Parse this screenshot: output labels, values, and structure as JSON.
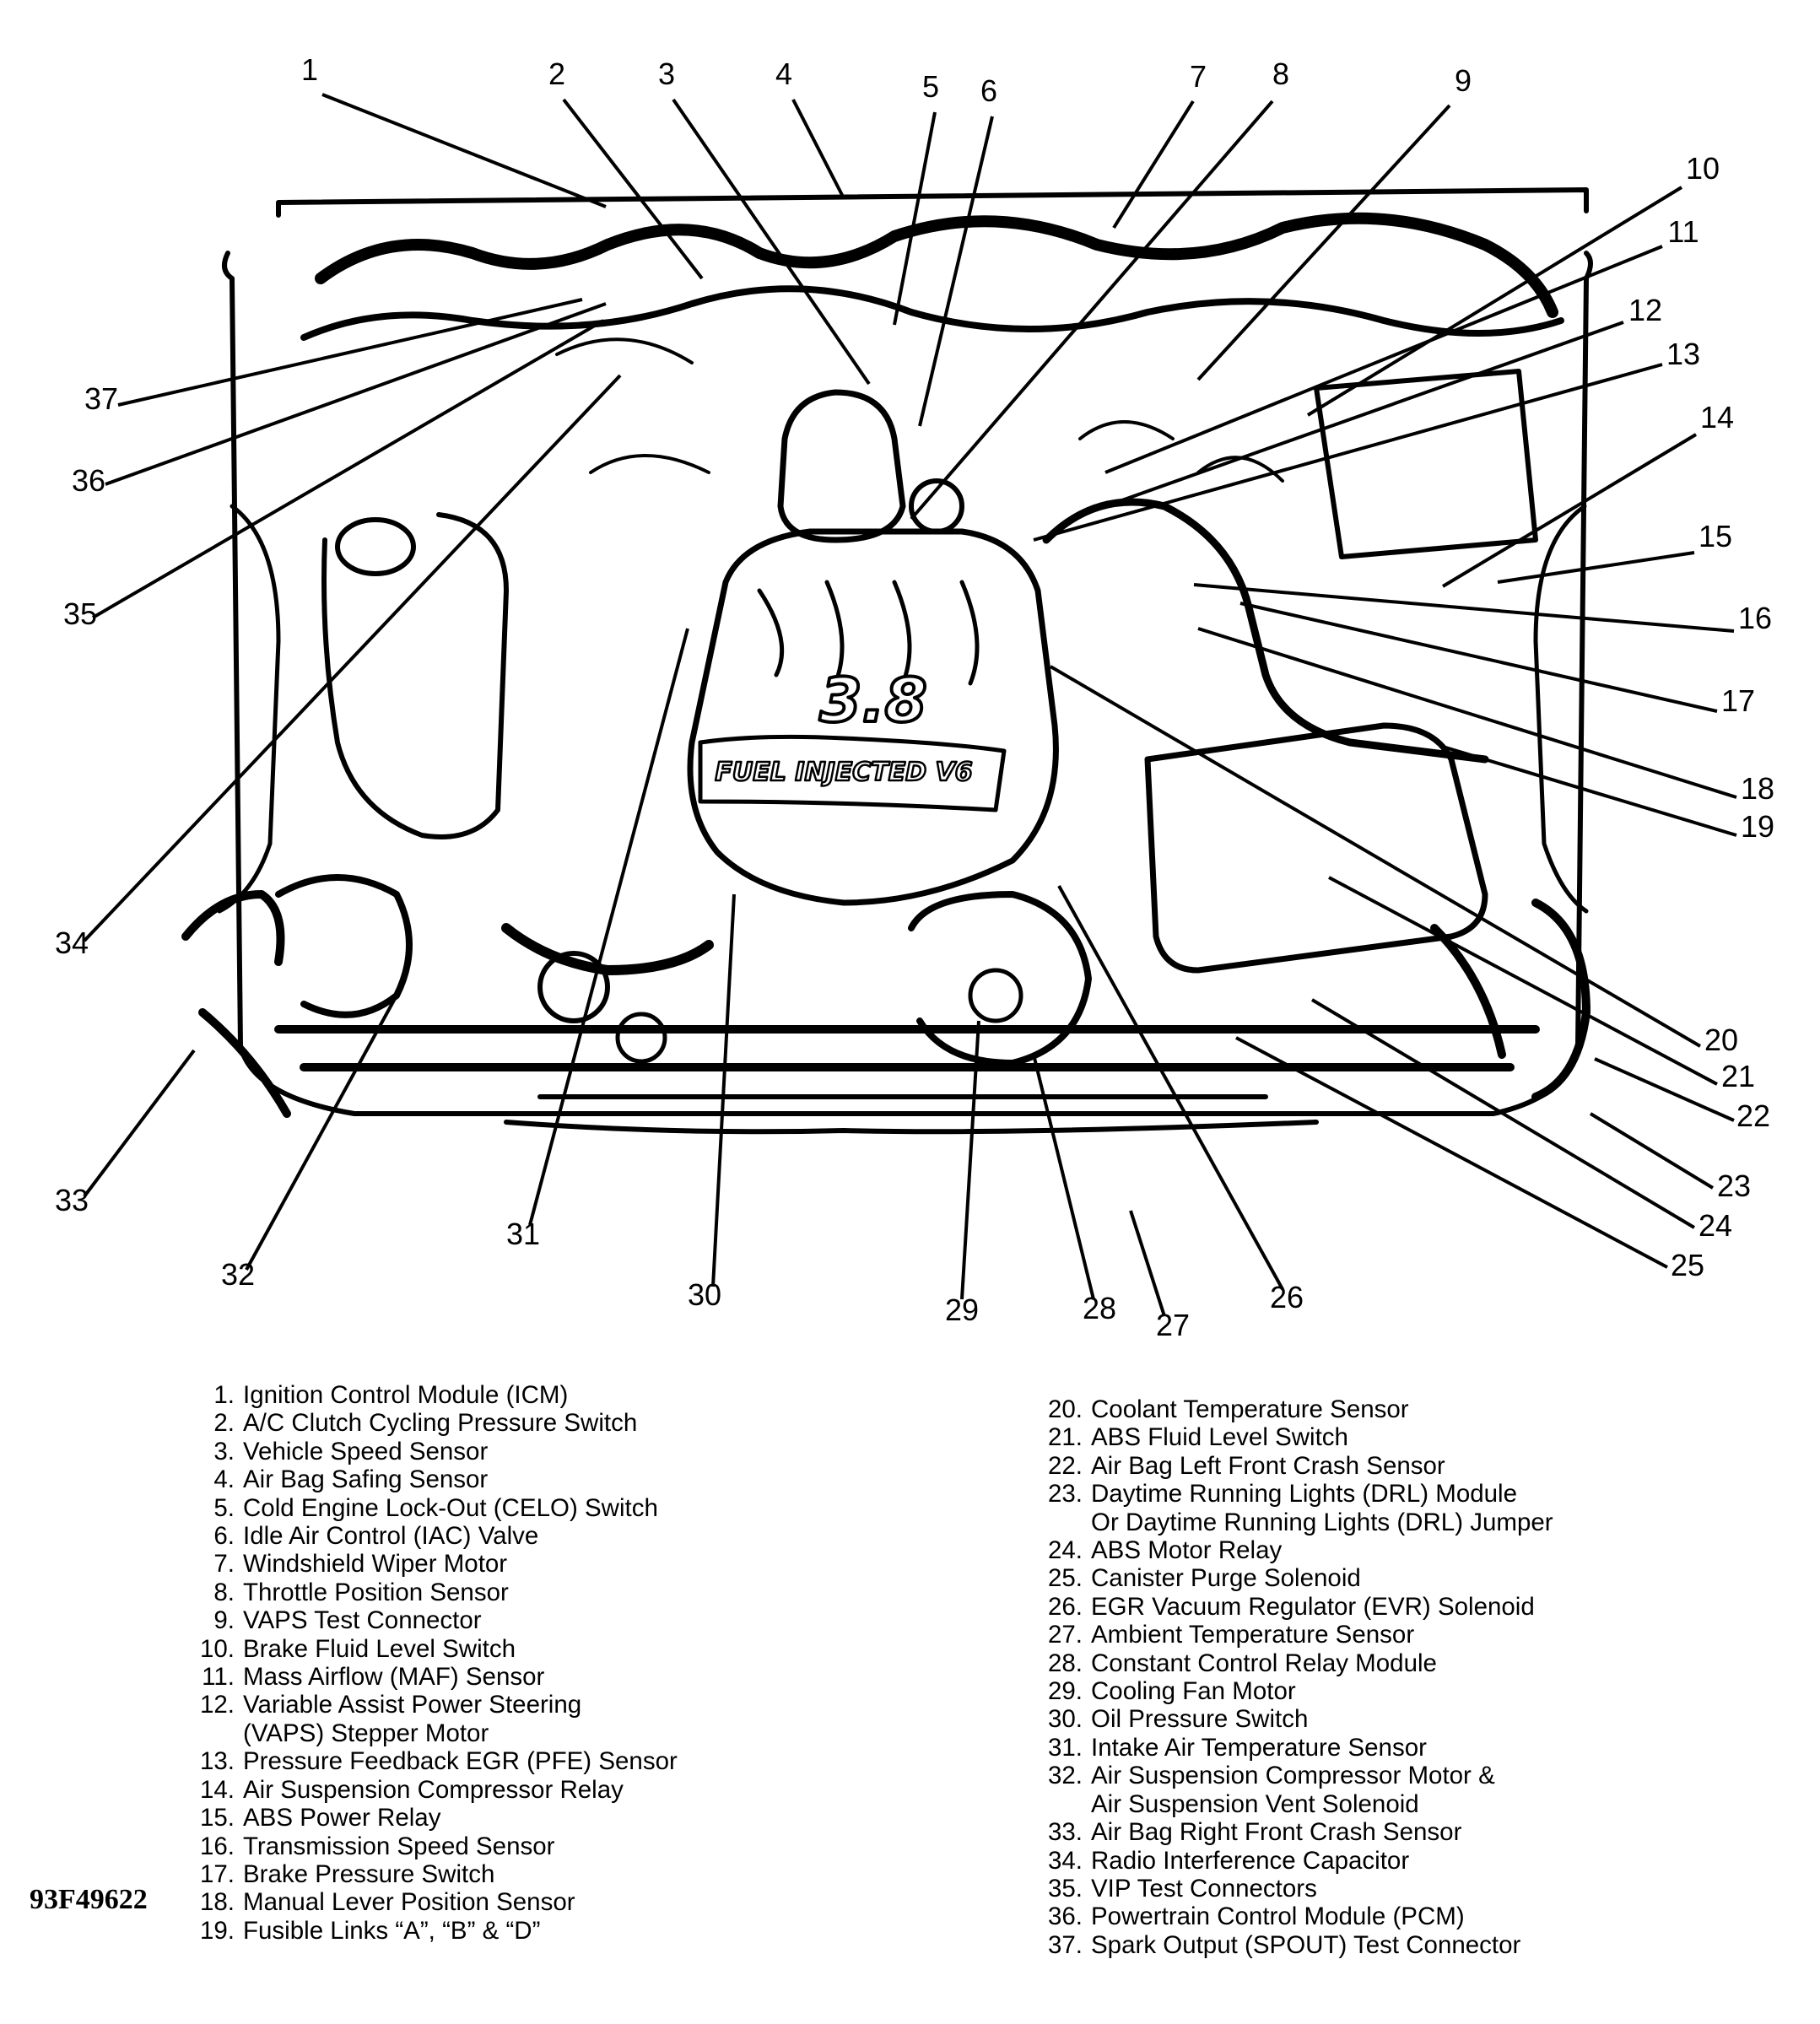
{
  "engine": {
    "badge_displacement": "3.8",
    "badge_text": "FUEL INJECTED V6"
  },
  "figure_code": "93F49622",
  "colors": {
    "ink": "#000000",
    "paper": "#ffffff"
  },
  "components": [
    {
      "n": "1",
      "label": "Ignition Control Module (ICM)"
    },
    {
      "n": "2",
      "label": "A/C Clutch Cycling Pressure Switch"
    },
    {
      "n": "3",
      "label": "Vehicle Speed Sensor"
    },
    {
      "n": "4",
      "label": "Air Bag Safing Sensor"
    },
    {
      "n": "5",
      "label": "Cold Engine Lock-Out (CELO) Switch"
    },
    {
      "n": "6",
      "label": "Idle Air Control (IAC) Valve"
    },
    {
      "n": "7",
      "label": "Windshield Wiper Motor"
    },
    {
      "n": "8",
      "label": "Throttle Position Sensor"
    },
    {
      "n": "9",
      "label": "VAPS Test Connector"
    },
    {
      "n": "10",
      "label": "Brake Fluid Level Switch"
    },
    {
      "n": "11",
      "label": "Mass Airflow (MAF) Sensor"
    },
    {
      "n": "12",
      "label": "Variable Assist Power Steering\n(VAPS) Stepper Motor"
    },
    {
      "n": "13",
      "label": "Pressure Feedback EGR (PFE) Sensor"
    },
    {
      "n": "14",
      "label": "Air Suspension Compressor Relay"
    },
    {
      "n": "15",
      "label": "ABS Power Relay"
    },
    {
      "n": "16",
      "label": "Transmission Speed Sensor"
    },
    {
      "n": "17",
      "label": "Brake Pressure Switch"
    },
    {
      "n": "18",
      "label": "Manual Lever Position Sensor"
    },
    {
      "n": "19",
      "label": "Fusible Links “A”, “B” & “D”"
    },
    {
      "n": "20",
      "label": "Coolant Temperature Sensor"
    },
    {
      "n": "21",
      "label": "ABS Fluid Level Switch"
    },
    {
      "n": "22",
      "label": "Air Bag Left Front Crash Sensor"
    },
    {
      "n": "23",
      "label": "Daytime Running Lights (DRL) Module\nOr Daytime Running Lights (DRL) Jumper"
    },
    {
      "n": "24",
      "label": "ABS Motor Relay"
    },
    {
      "n": "25",
      "label": "Canister Purge Solenoid"
    },
    {
      "n": "26",
      "label": "EGR Vacuum Regulator (EVR) Solenoid"
    },
    {
      "n": "27",
      "label": "Ambient Temperature Sensor"
    },
    {
      "n": "28",
      "label": "Constant Control Relay Module"
    },
    {
      "n": "29",
      "label": "Cooling Fan Motor"
    },
    {
      "n": "30",
      "label": "Oil Pressure Switch"
    },
    {
      "n": "31",
      "label": "Intake Air Temperature Sensor"
    },
    {
      "n": "32",
      "label": "Air Suspension Compressor Motor &\nAir Suspension Vent Solenoid"
    },
    {
      "n": "33",
      "label": "Air Bag Right Front Crash Sensor"
    },
    {
      "n": "34",
      "label": "Radio Interference Capacitor"
    },
    {
      "n": "35",
      "label": "VIP Test Connectors"
    },
    {
      "n": "36",
      "label": "Powertrain Control Module (PCM)"
    },
    {
      "n": "37",
      "label": "Spark Output (SPOUT) Test Connector"
    }
  ]
}
